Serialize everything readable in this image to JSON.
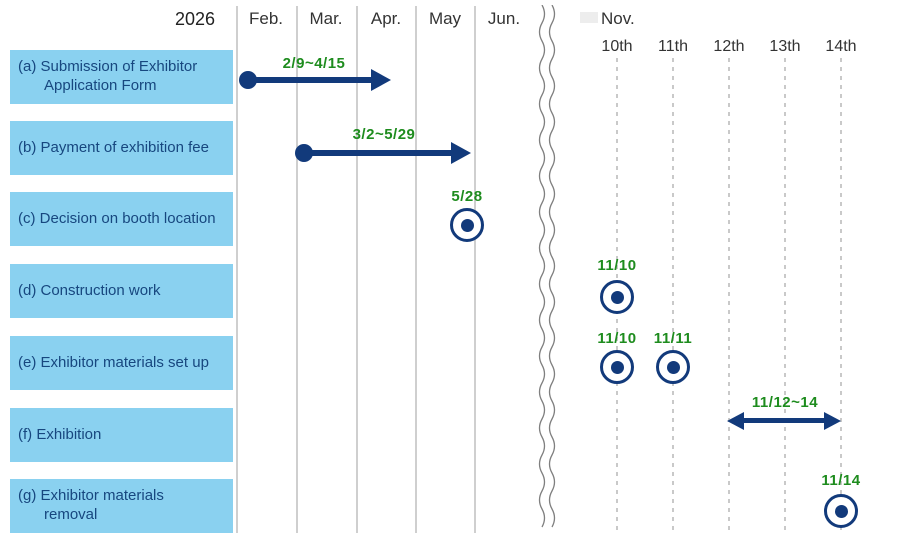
{
  "year": "2026",
  "months": [
    "Feb.",
    "Mar.",
    "Apr.",
    "May",
    "Jun."
  ],
  "november": {
    "label": "Nov.",
    "days": [
      "10th",
      "11th",
      "12th",
      "13th",
      "14th"
    ]
  },
  "rows": [
    {
      "id": "a",
      "label": "(a) Submission of Exhibitor\nApplication Form",
      "marker": "range-arrow",
      "date": "2/9~4/15"
    },
    {
      "id": "b",
      "label": "(b) Payment of exhibition fee",
      "marker": "range-arrow",
      "date": "3/2~5/29"
    },
    {
      "id": "c",
      "label": "(c) Decision on booth location",
      "marker": "point",
      "date": "5/28"
    },
    {
      "id": "d",
      "label": "(d) Construction work",
      "marker": "point",
      "date": "11/10"
    },
    {
      "id": "e",
      "label": "(e) Exhibitor materials set up",
      "marker": "points",
      "dates": [
        "11/10",
        "11/11"
      ]
    },
    {
      "id": "f",
      "label": "(f) Exhibition",
      "marker": "double-arrow",
      "date": "11/12~14"
    },
    {
      "id": "g",
      "label": "(g) Exhibitor materials\nremoval",
      "marker": "point",
      "date": "11/14"
    }
  ],
  "colors": {
    "accent_navy": "#123A7B",
    "date_green": "#1E8C1E",
    "row_fill": "#8AD1F0",
    "row_text": "#17477F",
    "gridline": "#CFCFCF"
  }
}
